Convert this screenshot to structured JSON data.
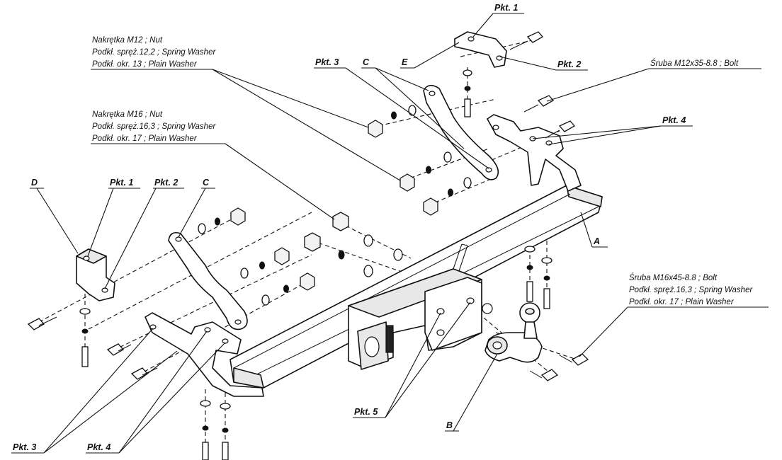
{
  "labels": {
    "pkt1_top": "Pkt. 1",
    "pkt2_top": "Pkt. 2",
    "pkt3_top": "Pkt. 3",
    "pkt4_right": "Pkt. 4",
    "pkt1_left": "Pkt. 1",
    "pkt2_left": "Pkt. 2",
    "pkt3_bottom": "Pkt. 3",
    "pkt4_bottom": "Pkt. 4",
    "pkt5": "Pkt. 5",
    "ref_a": "A",
    "ref_b": "B",
    "ref_c_top": "C",
    "ref_c_left": "C",
    "ref_d": "D",
    "ref_e": "E"
  },
  "notes": {
    "m12": [
      "Nakrętka  M12 ; Nut",
      "Podkł. spręż.12,2 ; Spring Washer",
      "Podkł. okr. 13 ; Plain Washer"
    ],
    "m16": [
      "Nakrętka  M16 ; Nut",
      "Podkł. spręż.16,3 ; Spring Washer",
      "Podkł. okr. 17 ; Plain Washer"
    ],
    "bolt_m12": "Śruba M12x35-8.8 ;  Bolt",
    "bolt_m16": [
      "Śruba M16x45-8.8 ;  Bolt",
      "Podkł. spręż.16,3 ; Spring Washer",
      "Podkł. okr. 17 ; Plain Washer"
    ]
  }
}
